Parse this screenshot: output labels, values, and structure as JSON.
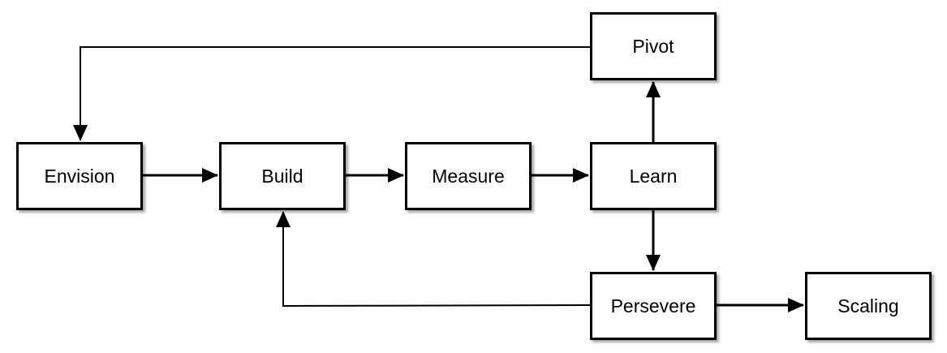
{
  "diagram": {
    "nodes": {
      "envision": "Envision",
      "build": "Build",
      "measure": "Measure",
      "learn": "Learn",
      "pivot": "Pivot",
      "persevere": "Persevere",
      "scaling": "Scaling"
    },
    "edges": [
      {
        "from": "envision",
        "to": "build"
      },
      {
        "from": "build",
        "to": "measure"
      },
      {
        "from": "measure",
        "to": "learn"
      },
      {
        "from": "learn",
        "to": "pivot"
      },
      {
        "from": "learn",
        "to": "persevere"
      },
      {
        "from": "pivot",
        "to": "envision"
      },
      {
        "from": "persevere",
        "to": "build"
      },
      {
        "from": "persevere",
        "to": "scaling"
      }
    ]
  }
}
